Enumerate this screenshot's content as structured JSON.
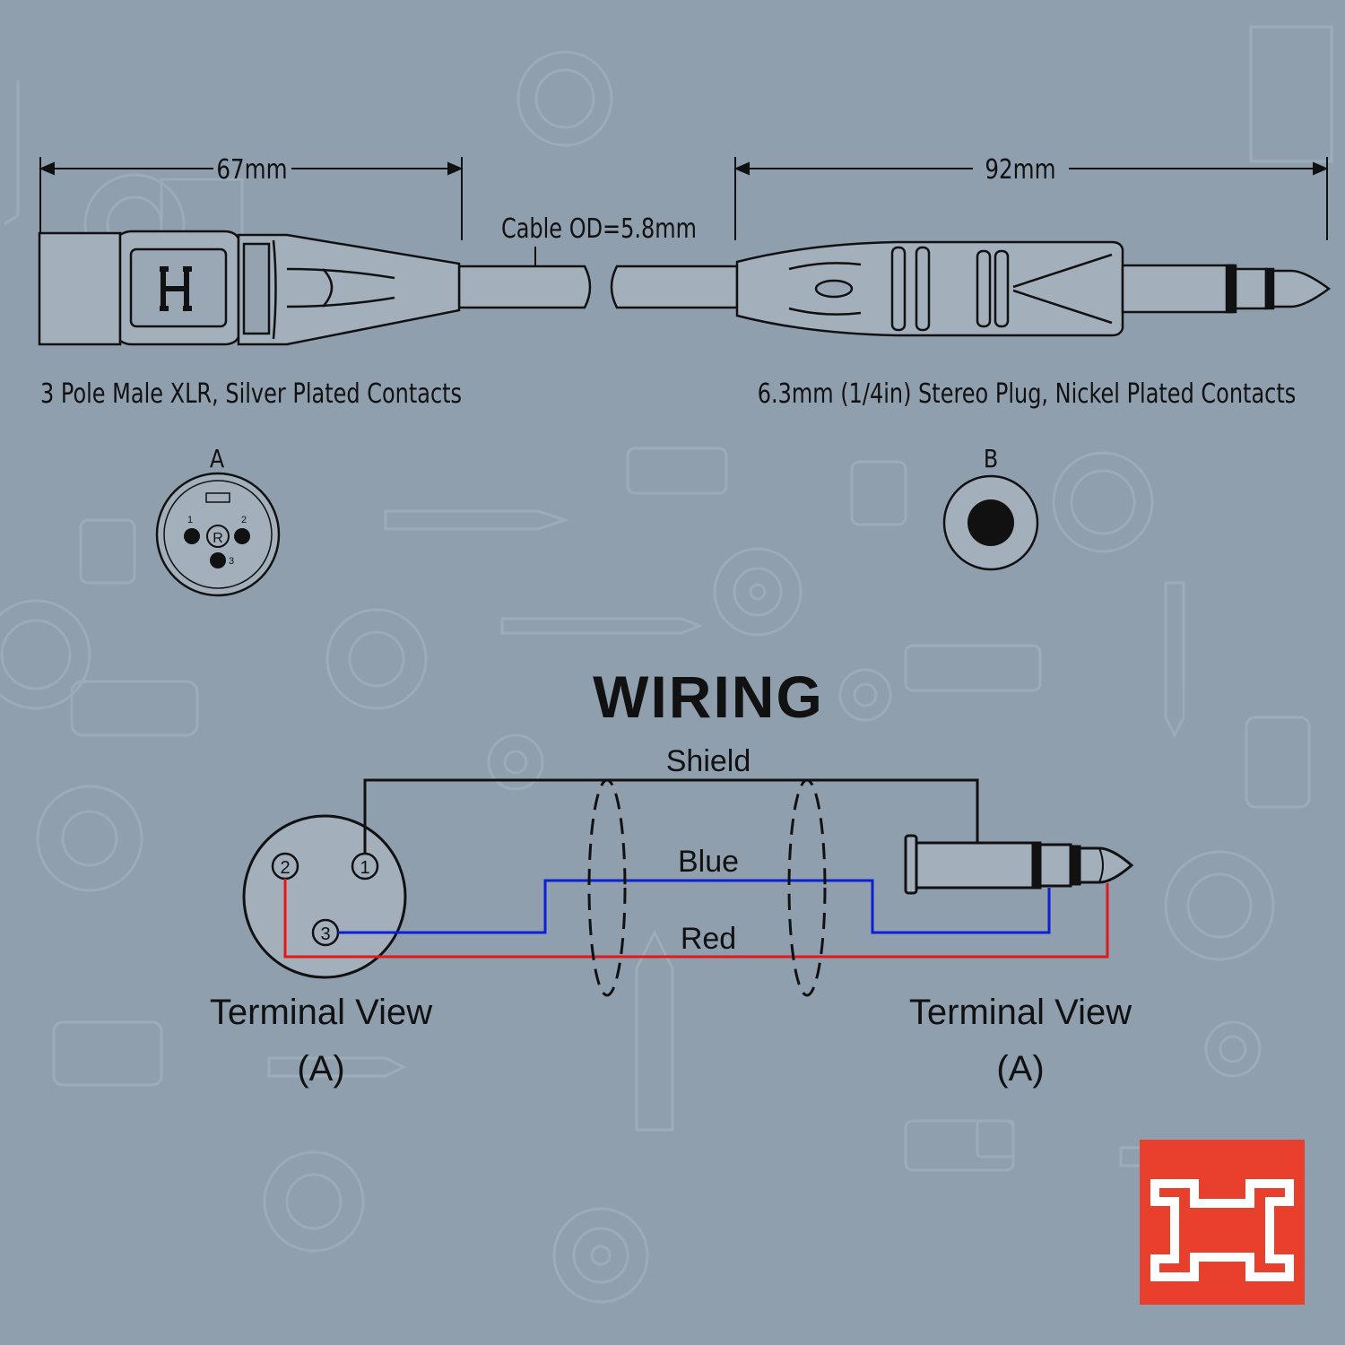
{
  "dimensions": {
    "xlr_length": "67mm",
    "plug_length": "92mm",
    "cable_od": "Cable OD=5.8mm"
  },
  "connectors": {
    "xlr_caption": "3 Pole Male XLR, Silver Plated Contacts",
    "plug_caption": "6.3mm (1/4in) Stereo Plug, Nickel Plated Contacts",
    "view_a_letter": "A",
    "view_b_letter": "B",
    "xlr_face": {
      "pin1": "1",
      "pin2": "2",
      "pin3": "3",
      "center_mark": "R"
    }
  },
  "wiring": {
    "title": "WIRING",
    "wires": {
      "shield": "Shield",
      "blue": "Blue",
      "red": "Red"
    },
    "pins": {
      "pin1": "1",
      "pin2": "2",
      "pin3": "3"
    },
    "left_view_label": "Terminal View",
    "left_view_sub": "(A)",
    "right_view_label": "Terminal View",
    "right_view_sub": "(A)"
  },
  "colors": {
    "background": "#8f9fae",
    "connector_fill": "#a3b0bc",
    "line": "#111111",
    "shield_wire": "#111111",
    "blue_wire": "#0a1fd6",
    "red_wire": "#e01a1a",
    "brand_red": "#e8402d"
  },
  "brand": {
    "logo_icon": "hosa-logo-icon"
  }
}
